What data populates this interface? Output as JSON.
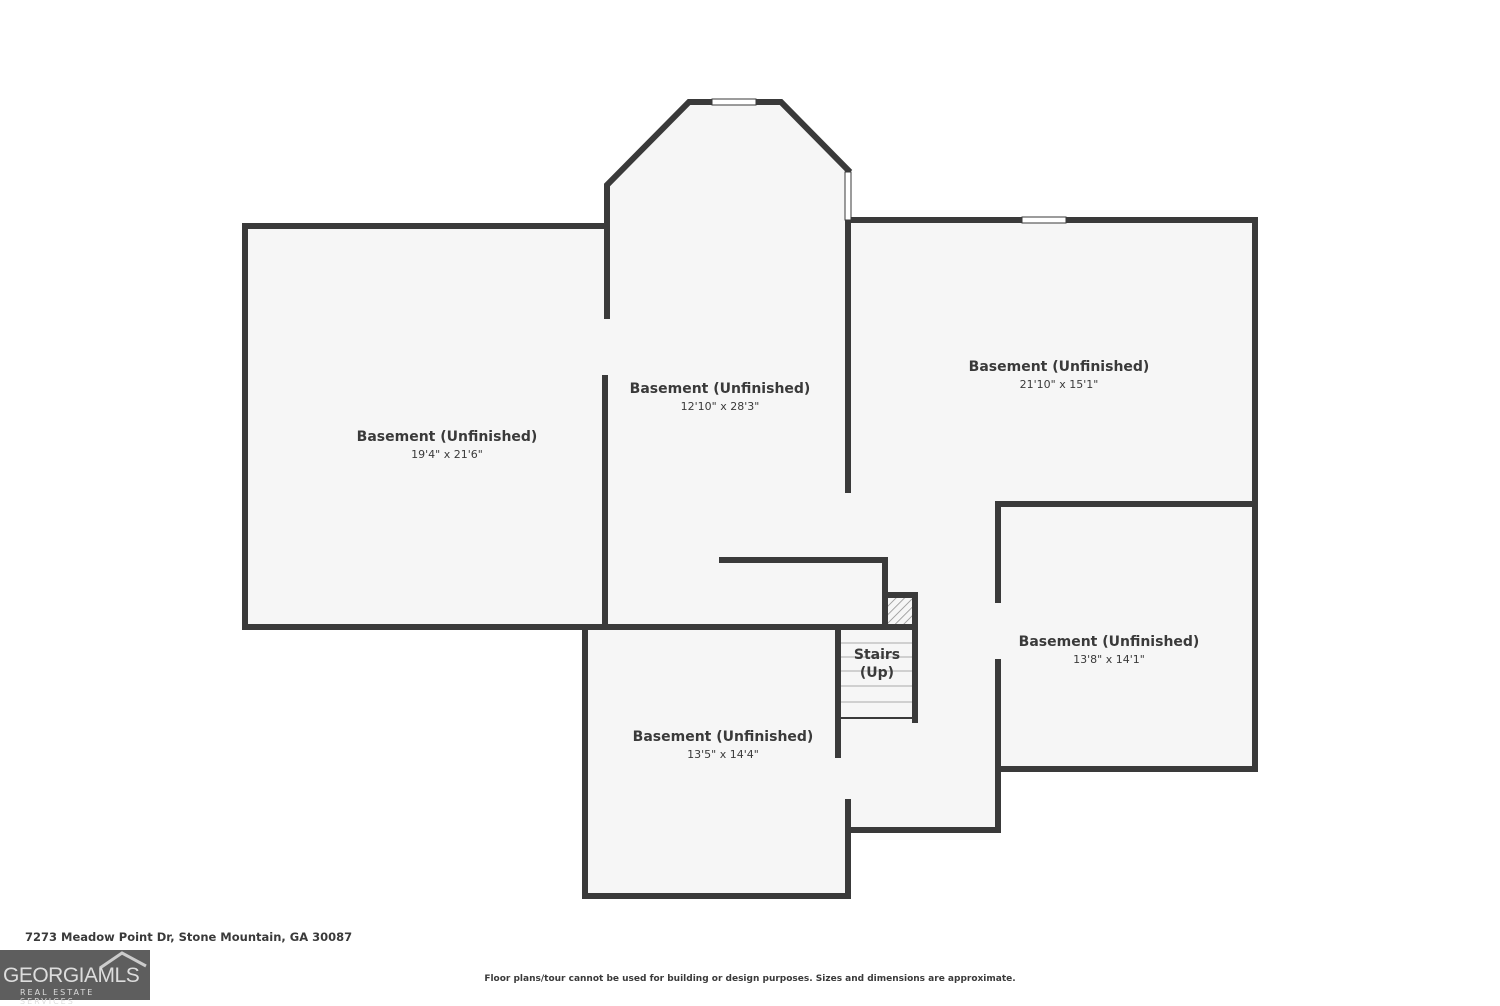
{
  "rooms": [
    {
      "name": "Basement (Unfinished)",
      "dims": "19'4\" x 21'6\""
    },
    {
      "name": "Basement (Unfinished)",
      "dims": "12'10\" x 28'3\""
    },
    {
      "name": "Basement (Unfinished)",
      "dims": "21'10\" x 15'1\""
    },
    {
      "name": "Basement (Unfinished)",
      "dims": "13'8\" x 14'1\""
    },
    {
      "name": "Basement (Unfinished)",
      "dims": "13'5\" x 14'4\""
    }
  ],
  "stairs": {
    "line1": "Stairs",
    "line2": "(Up)"
  },
  "address": "7273 Meadow Point Dr, Stone Mountain, GA 30087",
  "logo": {
    "main": "GEORGIAMLS",
    "sub": "REAL ESTATE SERVICES"
  },
  "disclaimer": "Floor plans/tour cannot be used for building or design purposes. Sizes and dimensions are approximate.",
  "colors": {
    "wall": "#3a3a3a",
    "floor": "#f6f6f6"
  }
}
